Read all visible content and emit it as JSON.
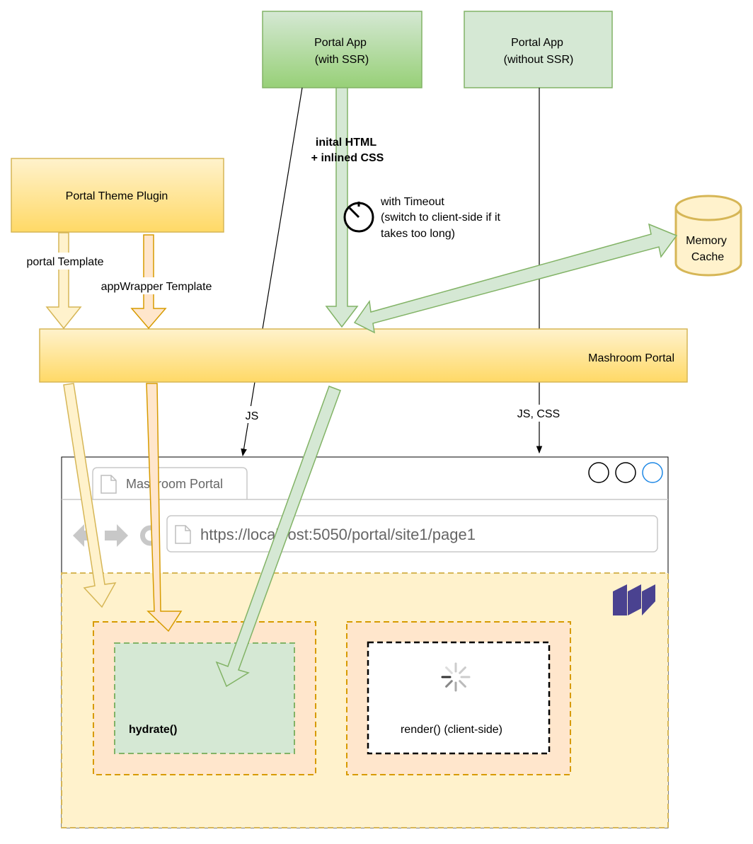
{
  "nodes": {
    "app_ssr": {
      "line1": "Portal App",
      "line2": "(with SSR)"
    },
    "app_no_ssr": {
      "line1": "Portal App",
      "line2": "(without SSR)"
    },
    "theme_plugin": {
      "label": "Portal Theme Plugin"
    },
    "memory_cache": {
      "line1": "Memory",
      "line2": "Cache"
    },
    "mashroom_portal": {
      "label": "Mashroom Portal"
    }
  },
  "edges": {
    "initial_html_line1": "inital HTML",
    "initial_html_line2": "+ inlined CSS",
    "timeout_line1": "with Timeout",
    "timeout_line2": "(switch to client-side if it",
    "timeout_line3": "takes too long)",
    "portal_template": "portal Template",
    "appwrapper_template": "appWrapper Template",
    "js": "JS",
    "js_css": "JS, CSS"
  },
  "browser": {
    "tab_title": "Mashroom Portal",
    "url": "https://localhost:5050/portal/site1/page1"
  },
  "page": {
    "hydrate_label": "hydrate()",
    "render_label": "render() (client-side)"
  },
  "colors": {
    "green_fill": "#d5e8d4",
    "green_stroke": "#82b366",
    "yellow_fill": "#fff2cc",
    "orange_fill": "#ffe6cc",
    "gold_stroke": "#d6b656",
    "orange_stroke": "#d79b00",
    "brand_purple": "#4a4290"
  }
}
